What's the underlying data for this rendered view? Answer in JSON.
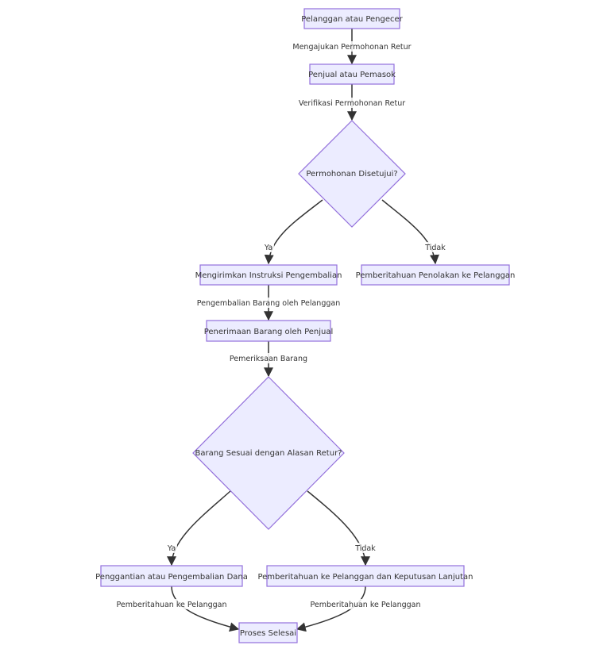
{
  "nodes": {
    "customer": "Pelanggan atau Pengecer",
    "seller": "Penjual atau Pemasok",
    "approved_q": "Permohonan Disetujui?",
    "send_instructions": "Mengirimkan Instruksi Pengembalian",
    "rejection_notice": "Pemberitahuan Penolakan ke Pelanggan",
    "receive_goods": "Penerimaan Barang oleh Penjual",
    "matches_q": "Barang Sesuai dengan Alasan Retur?",
    "refund": "Penggantian atau Pengembalian Dana",
    "further_decision": "Pemberitahuan ke Pelanggan dan Keputusan Lanjutan",
    "done": "Proses Selesai"
  },
  "edges": {
    "submit_request": "Mengajukan Permohonan Retur",
    "verify_request": "Verifikasi Permohonan Retur",
    "yes_1": "Ya",
    "no_1": "Tidak",
    "return_goods": "Pengembalian Barang oleh Pelanggan",
    "inspect_goods": "Pemeriksaan Barang",
    "yes_2": "Ya",
    "no_2": "Tidak",
    "notify_1": "Pemberitahuan ke Pelanggan",
    "notify_2": "Pemberitahuan ke Pelanggan"
  }
}
